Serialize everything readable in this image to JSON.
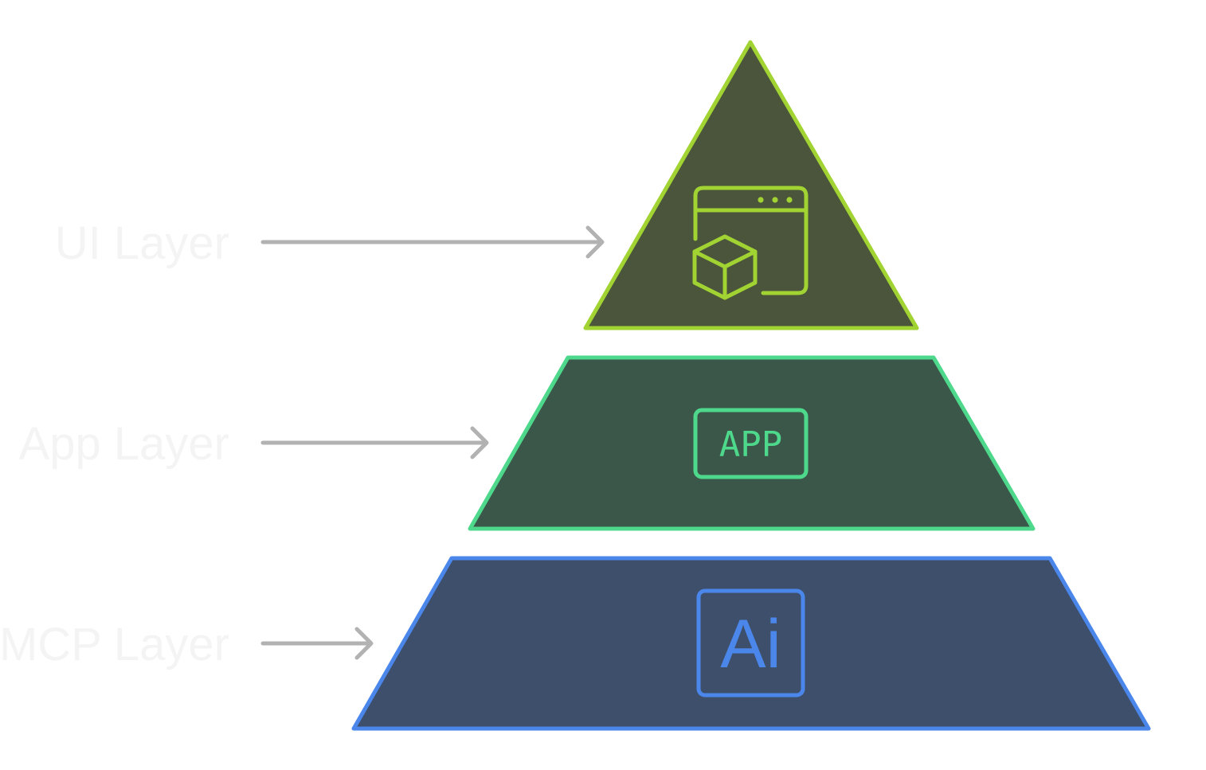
{
  "diagram": {
    "type": "pyramid",
    "layers": [
      {
        "label": "UI Layer",
        "icon": "window-with-box-icon",
        "fill": "#4b553b",
        "stroke": "#a1d432"
      },
      {
        "label": "App Layer",
        "icon": "app-badge-icon",
        "icon_text": "APP",
        "fill": "#3b5749",
        "stroke": "#4ed88c"
      },
      {
        "label": "MCP Layer",
        "icon": "ai-badge-icon",
        "icon_text": "Ai",
        "fill": "#3d4f6b",
        "stroke": "#4b87eb"
      }
    ],
    "label_color": "#f4f4f4",
    "arrow_color": "#b2b2b2",
    "background": "#ffffff"
  }
}
